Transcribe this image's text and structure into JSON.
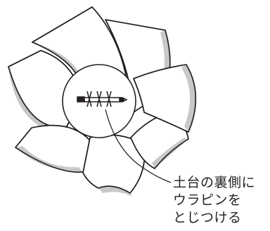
{
  "figure": {
    "callout_lines": [
      "土台の裏側に",
      "ウラピンを",
      "とじつける"
    ],
    "colors": {
      "outline": "#231f20",
      "petal_band": "#c8c8c8",
      "fill": "#ffffff"
    },
    "icons": [
      "pinwheel-icon",
      "pin-icon"
    ]
  }
}
